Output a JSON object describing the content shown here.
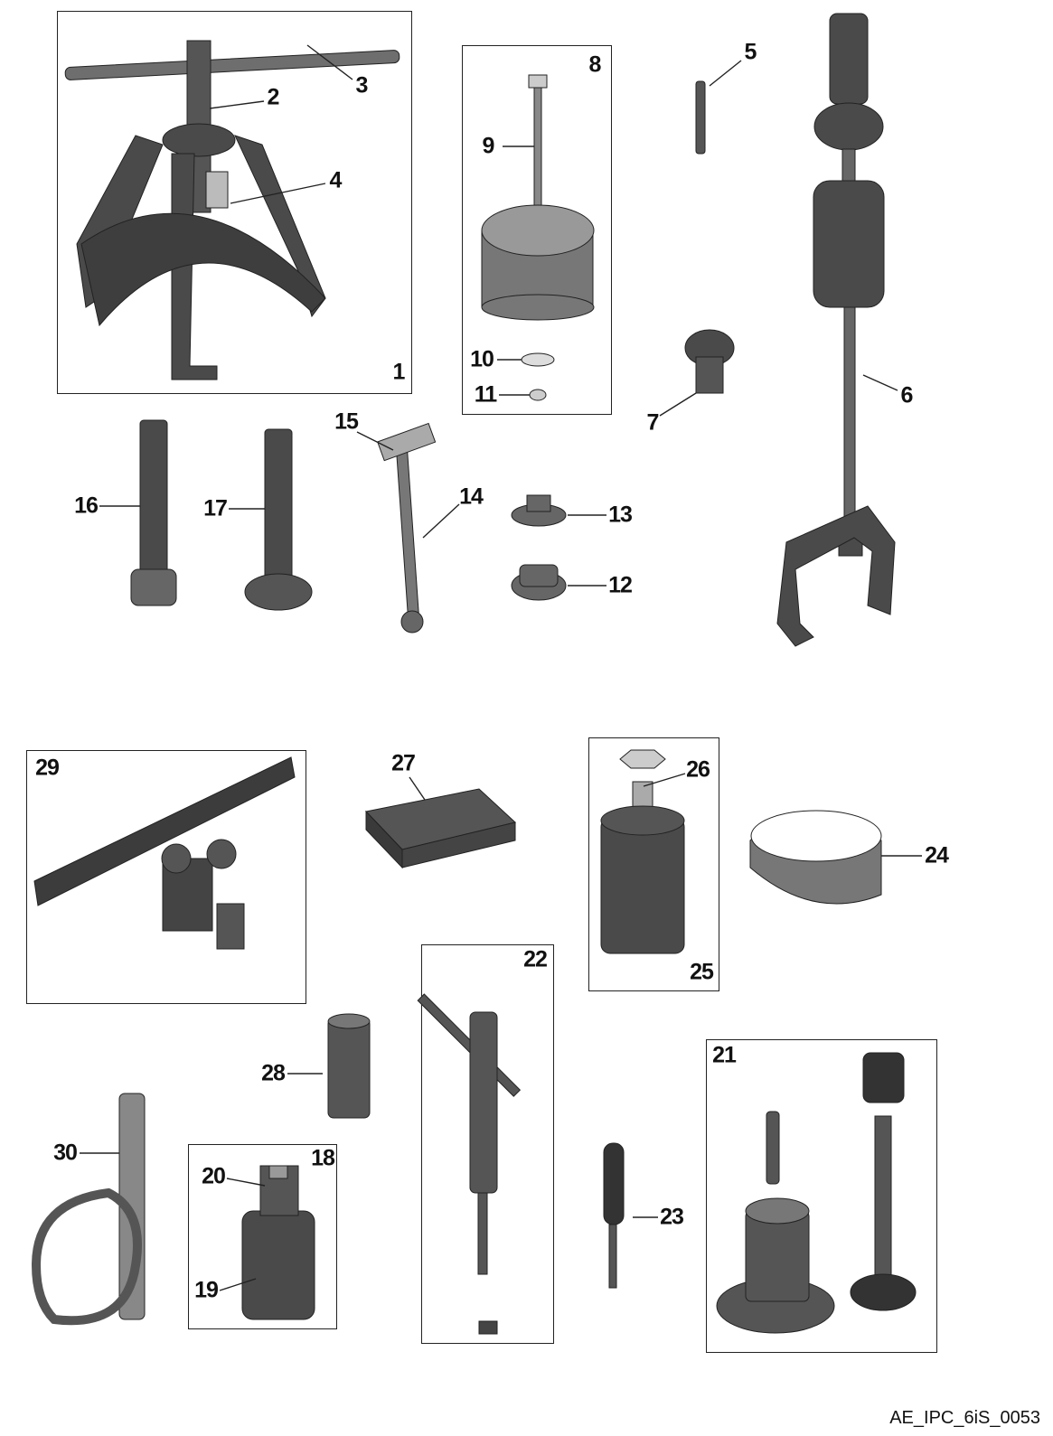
{
  "callouts": {
    "c1": "1",
    "c2": "2",
    "c3": "3",
    "c4": "4",
    "c5": "5",
    "c6": "6",
    "c7": "7",
    "c8": "8",
    "c9": "9",
    "c10": "10",
    "c11": "11",
    "c12": "12",
    "c13": "13",
    "c14": "14",
    "c15": "15",
    "c16": "16",
    "c17": "17",
    "c18": "18",
    "c19": "19",
    "c20": "20",
    "c21": "21",
    "c22": "22",
    "c23": "23",
    "c24": "24",
    "c25": "25",
    "c26": "26",
    "c27": "27",
    "c28": "28",
    "c29": "29",
    "c30": "30"
  },
  "footer": {
    "drawing_id": "AE_IPC_6iS_0053"
  },
  "colors": {
    "part_dark": "#4a4a4a",
    "part_mid": "#6e6e6e",
    "part_light": "#9a9a9a",
    "line": "#222222"
  }
}
